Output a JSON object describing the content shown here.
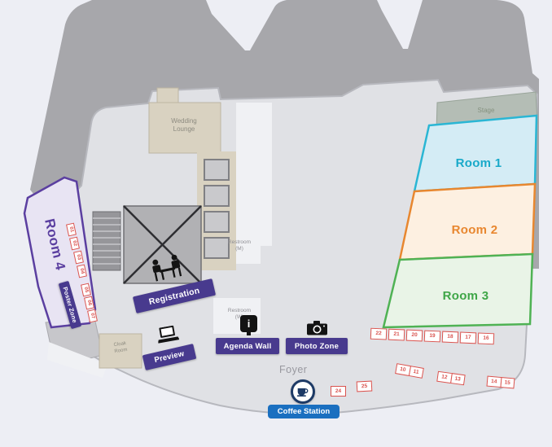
{
  "palette": {
    "background": "#edeef4",
    "building": "#a7a7ab",
    "floor": "#e0e1e5",
    "booth_accent": "#d9534f",
    "zone_badge": "#483a8e",
    "coffee_blue": "#1a6fc0"
  },
  "rooms": [
    {
      "label": "Room 1",
      "fill": "#d4ecf5",
      "stroke": "#2ab6d4",
      "text_color": "#18a9c9"
    },
    {
      "label": "Room 2",
      "fill": "#fdf0e1",
      "stroke": "#e8872f",
      "text_color": "#e8872f"
    },
    {
      "label": "Room 3",
      "fill": "#e9f4e7",
      "stroke": "#4fb254",
      "text_color": "#3ea647"
    },
    {
      "label": "Room 4",
      "fill": "#e8e4f3",
      "stroke": "#5b3fa0",
      "text_color": "#5b3fa0"
    }
  ],
  "areas": {
    "stage": "Stage",
    "wedding_lounge": "Wedding Lounge",
    "restroom_m": "Restroom (M)",
    "restroom_w": "Restroom (W)",
    "cloak_room": "Cloak Room",
    "foyer": "Foyer"
  },
  "zones": {
    "registration": "Registration",
    "preview": "Preview",
    "agenda_wall": "Agenda Wall",
    "photo_zone": "Photo Zone",
    "poster_zone": "Poster Zone",
    "coffee_station": "Coffee Station"
  },
  "icons": {
    "registration": "registration-desk-icon",
    "preview": "laptop-icon",
    "agenda_wall": "info-icon",
    "info_glyph": "i",
    "photo_zone": "camera-icon",
    "coffee": "coffee-cup-icon"
  },
  "booths": {
    "row": [
      "22",
      "21",
      "20",
      "19",
      "18",
      "17",
      "16"
    ],
    "pairs": [
      [
        "10",
        "11"
      ],
      [
        "12",
        "13"
      ],
      [
        "14",
        "15"
      ]
    ],
    "singles": [
      "24",
      "25"
    ],
    "posters": [
      "01",
      "02",
      "03",
      "04",
      "05",
      "06",
      "07"
    ]
  }
}
